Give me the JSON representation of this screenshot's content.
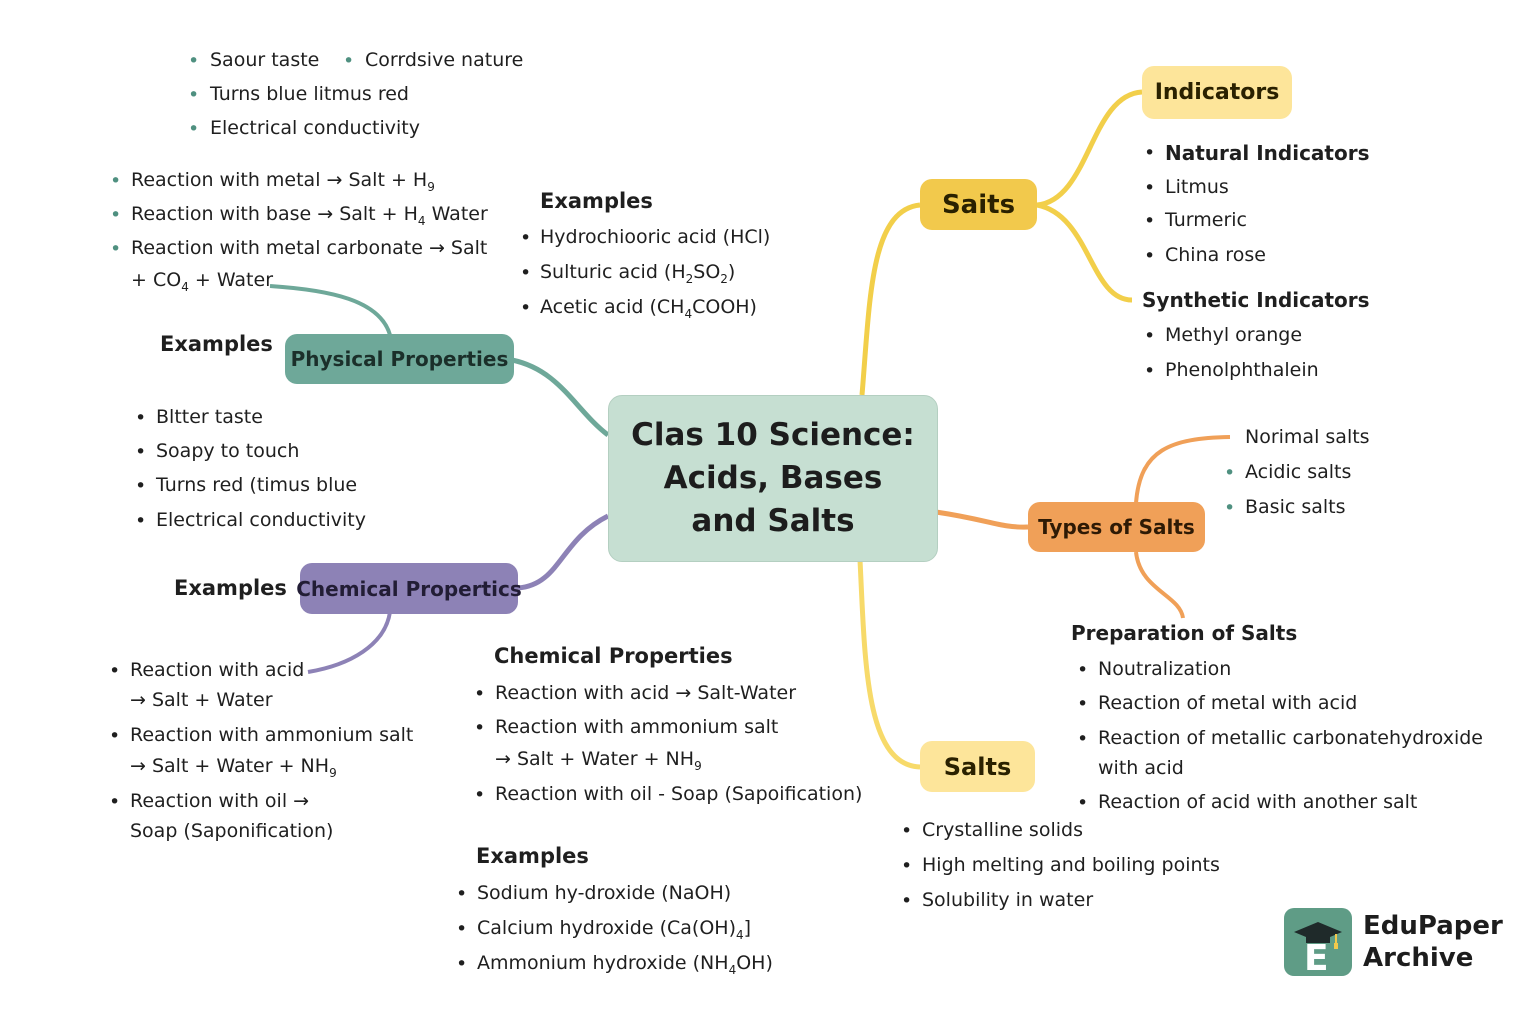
{
  "center_title": [
    "Clas 10 Science:",
    "Acids, Bases",
    "and Salts"
  ],
  "nodes": {
    "physical": "Physical Properties",
    "chemical": "Chemical Propertics",
    "saits": "Saits",
    "indicators": "Indicators",
    "types_of_salts": "Types of Salts",
    "salts": "Salts"
  },
  "acid_props": {
    "items": [
      {
        "text": "Saour taste",
        "bullet": "•"
      },
      {
        "text": "Corrdsive nature",
        "bullet": "•"
      },
      {
        "text": "Turns blue litmus red",
        "bullet": "•"
      },
      {
        "text": "Electrical conductivity",
        "bullet": "•"
      }
    ]
  },
  "acid_reactions": {
    "items": [
      "Reaction with metal → Salt + H",
      "Reaction with base → Salt + H",
      "Reaction with metal carbonate → Salt",
      "+ CO",
      "+ Water"
    ],
    "subs": [
      "9",
      "4",
      "4"
    ],
    "water": "Water"
  },
  "acid_examples": {
    "heading": "Examples",
    "items": [
      "Hydrochioоric acid (HCl)",
      "Sulturic acid (H",
      "SO",
      ")",
      "Acetic acid (CH",
      "COOH)"
    ],
    "subs": [
      "2",
      "2",
      "4"
    ]
  },
  "physical_examples_label": "Examples",
  "base_props": {
    "items": [
      "Bltter taste",
      "Soapy to touch",
      "Turns red (timus blue",
      "Electrical conductivity"
    ]
  },
  "chemical_examples_label": "Examples",
  "base_reactions": {
    "items": [
      "Reaction with acid",
      "→ Salt + Water",
      "Reaction with ammonium salt",
      "→ Salt + Water + NH",
      "Reaction with oil →",
      "Soap (Saponification)"
    ],
    "subs": [
      "9"
    ]
  },
  "chem_props_center": {
    "heading": "Chemical Properties",
    "items": [
      "Reaction with acid → Salt-Water",
      "Reaction with ammonium salt",
      "→ Salt + Water + NH",
      "Reaction with oil - Soap (Sapoification)"
    ],
    "subs": [
      "9"
    ]
  },
  "base_examples": {
    "heading": "Examples",
    "items": [
      "Sodium hy-droxide (NaOH)",
      "Calcium hydroxide (Ca(OH)",
      "]",
      "Ammonium hydroxide (NH",
      "OH)"
    ],
    "subs": [
      "4",
      "4"
    ]
  },
  "indicators_list": {
    "natural_heading": "Natural Indicators",
    "natural": [
      "Litmus",
      "Turmeric",
      "China rose"
    ],
    "synthetic_heading": "Synthetic Indicators",
    "synthetic": [
      "Methyl orange",
      "Phenolphthalein"
    ]
  },
  "types_list": [
    "Norimal salts",
    "Acidic salts",
    "Basic salts"
  ],
  "preparation": {
    "heading": "Preparation of Salts",
    "items": [
      "Noutralization",
      "Reaction of metal with acid",
      "Reaction of metallic carbonatehydroxide",
      "with acid",
      "Reaction of acid with another salt"
    ]
  },
  "salt_props": [
    "Crystalline solids",
    "High melting and boiling points",
    "Solubility in water"
  ],
  "logo": {
    "line1": "EduPaper",
    "line2": "Archive",
    "letter": "E"
  },
  "colors": {
    "teal": "#6ea899",
    "purple": "#8d82b6",
    "yellow": "#f2c94c",
    "light_yellow": "#fde59a",
    "orange": "#f0a058",
    "center": "#c6dfd2",
    "bullet_teal": "#4f9080"
  }
}
